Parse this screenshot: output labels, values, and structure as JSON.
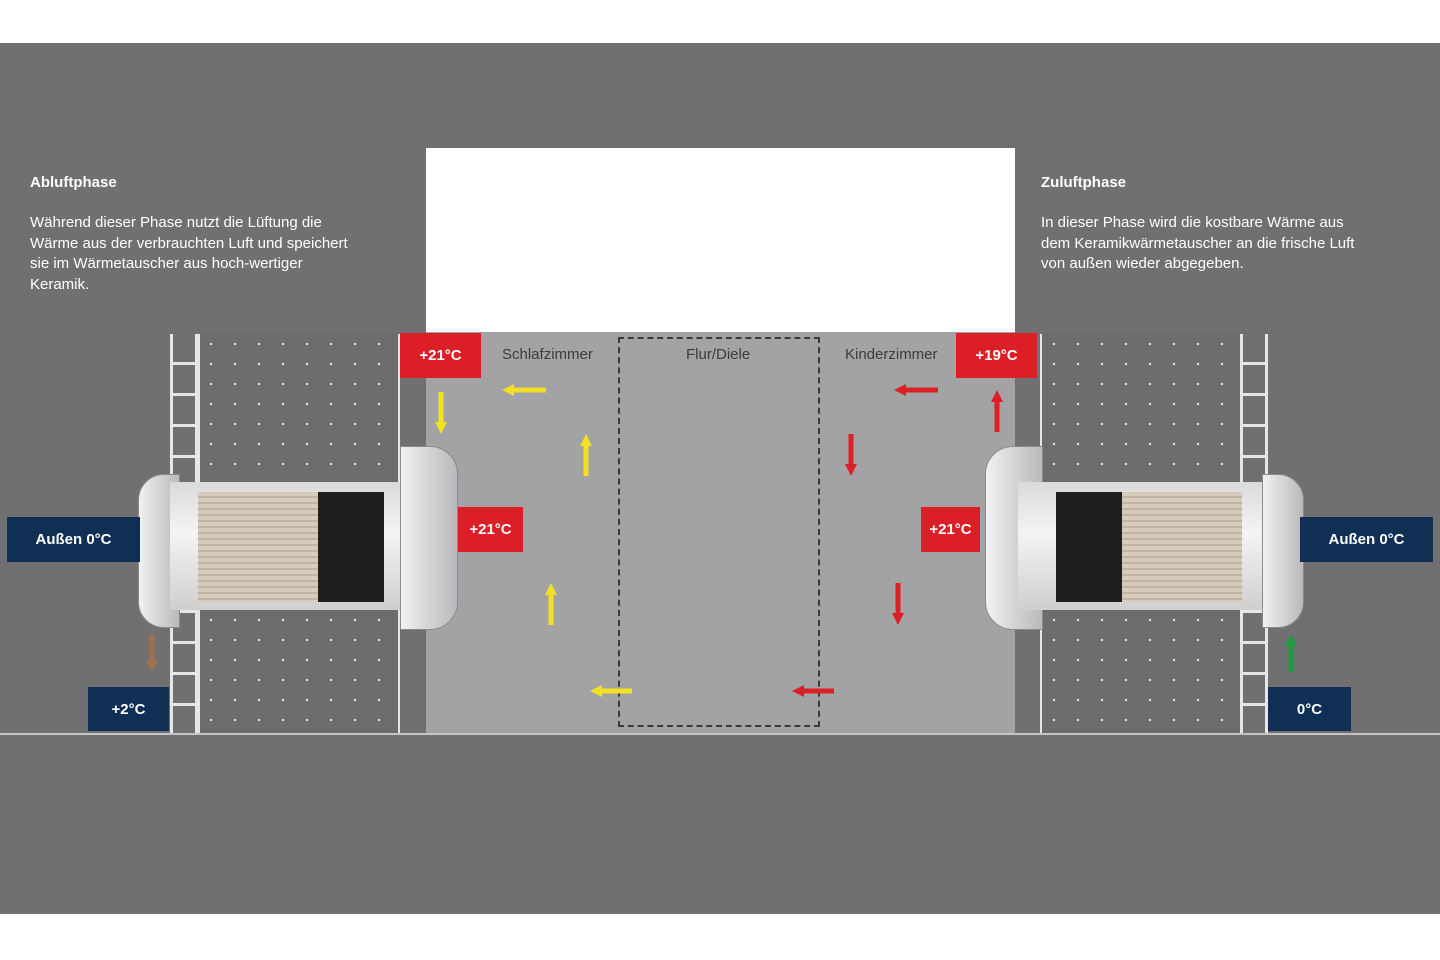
{
  "left_panel": {
    "title": "Abluftphase",
    "text": "Während dieser Phase nutzt die Lüftung die Wärme aus der verbrauchten Luft und speichert sie im Wärmetauscher aus hoch-wertiger Keramik."
  },
  "right_panel": {
    "title": "Zuluftphase",
    "text": "In dieser Phase wird die kostbare Wärme aus dem Keramikwärmetauscher an die frische Luft von außen wieder abgegeben."
  },
  "rooms": {
    "left": "Schlafzimmer",
    "middle": "Flur/Diele",
    "right": "Kinderzimmer"
  },
  "temperatures": {
    "left_room_top": "+21°C",
    "left_device": "+21°C",
    "left_outside": "Außen 0°C",
    "left_exhaust": "+2°C",
    "right_room_top": "+19°C",
    "right_device": "+21°C",
    "right_outside": "Außen 0°C",
    "right_intake": "0°C"
  },
  "colors": {
    "background": "#707072",
    "room_floor": "#a3a3a5",
    "warm_flow": "#f2e022",
    "heated_flow": "#dc1f26",
    "cool_exhaust": "#a0714a",
    "fresh_intake": "#1f9a3c",
    "temp_tag_red": "#dc1f26",
    "temp_tag_navy": "#0f2f55"
  },
  "icons": {
    "flow_arrow": "arrow",
    "ventilation_unit": "wall-fan-unit"
  }
}
